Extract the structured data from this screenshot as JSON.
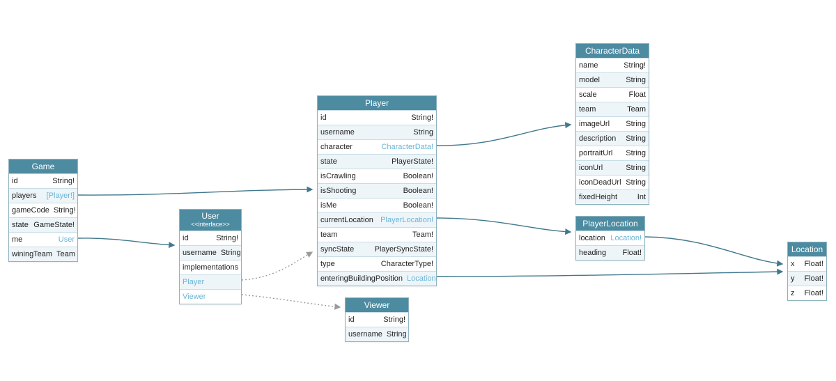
{
  "diagram": {
    "kind": "graphql-schema-diagram",
    "colors": {
      "header_bg": "#4d8ba1",
      "header_text": "#ffffff",
      "row_alt_bg": "#edf5f9",
      "link": "#6ab5d6",
      "border": "#8fb3c0",
      "text": "#222222",
      "edge_solid": "#41788c",
      "edge_dotted": "#9a9a9a"
    },
    "tables": [
      {
        "id": "game",
        "title": "Game",
        "stereotype": null,
        "rows": [
          {
            "kind": "field",
            "field": "id",
            "type": "String!",
            "link": false
          },
          {
            "kind": "field",
            "field": "players",
            "type": "[Player!]",
            "link": true
          },
          {
            "kind": "field",
            "field": "gameCode",
            "type": "String!",
            "link": false
          },
          {
            "kind": "field",
            "field": "state",
            "type": "GameState!",
            "link": false
          },
          {
            "kind": "field",
            "field": "me",
            "type": "User",
            "link": true
          },
          {
            "kind": "field",
            "field": "winingTeam",
            "type": "Team",
            "link": false
          }
        ]
      },
      {
        "id": "user",
        "title": "User",
        "stereotype": "<<interface>>",
        "rows": [
          {
            "kind": "field",
            "field": "id",
            "type": "String!",
            "link": false
          },
          {
            "kind": "field",
            "field": "username",
            "type": "String",
            "link": false
          },
          {
            "kind": "section",
            "label": "implementations"
          },
          {
            "kind": "link-item",
            "label": "Player"
          },
          {
            "kind": "link-item",
            "label": "Viewer"
          }
        ]
      },
      {
        "id": "player",
        "title": "Player",
        "stereotype": null,
        "rows": [
          {
            "kind": "field",
            "field": "id",
            "type": "String!",
            "link": false
          },
          {
            "kind": "field",
            "field": "username",
            "type": "String",
            "link": false
          },
          {
            "kind": "field",
            "field": "character",
            "type": "CharacterData!",
            "link": true
          },
          {
            "kind": "field",
            "field": "state",
            "type": "PlayerState!",
            "link": false
          },
          {
            "kind": "field",
            "field": "isCrawling",
            "type": "Boolean!",
            "link": false
          },
          {
            "kind": "field",
            "field": "isShooting",
            "type": "Boolean!",
            "link": false
          },
          {
            "kind": "field",
            "field": "isMe",
            "type": "Boolean!",
            "link": false
          },
          {
            "kind": "field",
            "field": "currentLocation",
            "type": "PlayerLocation!",
            "link": true
          },
          {
            "kind": "field",
            "field": "team",
            "type": "Team!",
            "link": false
          },
          {
            "kind": "field",
            "field": "syncState",
            "type": "PlayerSyncState!",
            "link": false
          },
          {
            "kind": "field",
            "field": "type",
            "type": "CharacterType!",
            "link": false
          },
          {
            "kind": "field",
            "field": "enteringBuildingPosition",
            "type": "Location",
            "link": true
          }
        ]
      },
      {
        "id": "viewer",
        "title": "Viewer",
        "stereotype": null,
        "rows": [
          {
            "kind": "field",
            "field": "id",
            "type": "String!",
            "link": false
          },
          {
            "kind": "field",
            "field": "username",
            "type": "String",
            "link": false
          }
        ]
      },
      {
        "id": "characterdata",
        "title": "CharacterData",
        "stereotype": null,
        "rows": [
          {
            "kind": "field",
            "field": "name",
            "type": "String!",
            "link": false
          },
          {
            "kind": "field",
            "field": "model",
            "type": "String",
            "link": false
          },
          {
            "kind": "field",
            "field": "scale",
            "type": "Float",
            "link": false
          },
          {
            "kind": "field",
            "field": "team",
            "type": "Team",
            "link": false
          },
          {
            "kind": "field",
            "field": "imageUrl",
            "type": "String",
            "link": false
          },
          {
            "kind": "field",
            "field": "description",
            "type": "String",
            "link": false
          },
          {
            "kind": "field",
            "field": "portraitUrl",
            "type": "String",
            "link": false
          },
          {
            "kind": "field",
            "field": "iconUrl",
            "type": "String",
            "link": false
          },
          {
            "kind": "field",
            "field": "iconDeadUrl",
            "type": "String",
            "link": false
          },
          {
            "kind": "field",
            "field": "fixedHeight",
            "type": "Int",
            "link": false
          }
        ]
      },
      {
        "id": "playerlocation",
        "title": "PlayerLocation",
        "stereotype": null,
        "rows": [
          {
            "kind": "field",
            "field": "location",
            "type": "Location!",
            "link": true
          },
          {
            "kind": "field",
            "field": "heading",
            "type": "Float!",
            "link": false
          }
        ]
      },
      {
        "id": "location",
        "title": "Location",
        "stereotype": null,
        "rows": [
          {
            "kind": "field",
            "field": "x",
            "type": "Float!",
            "link": false
          },
          {
            "kind": "field",
            "field": "y",
            "type": "Float!",
            "link": false
          },
          {
            "kind": "field",
            "field": "z",
            "type": "Float!",
            "link": false
          }
        ]
      }
    ],
    "edges": [
      {
        "from": "Game.players",
        "to": "Player",
        "style": "solid"
      },
      {
        "from": "Game.me",
        "to": "User",
        "style": "solid"
      },
      {
        "from": "Player.character",
        "to": "CharacterData",
        "style": "solid"
      },
      {
        "from": "Player.currentLocation",
        "to": "PlayerLocation",
        "style": "solid"
      },
      {
        "from": "Player.enteringBuildingPosition",
        "to": "Location",
        "style": "solid"
      },
      {
        "from": "PlayerLocation.location",
        "to": "Location",
        "style": "solid"
      },
      {
        "from": "User.Player",
        "to": "Player",
        "style": "dotted"
      },
      {
        "from": "User.Viewer",
        "to": "Viewer",
        "style": "dotted"
      }
    ]
  }
}
